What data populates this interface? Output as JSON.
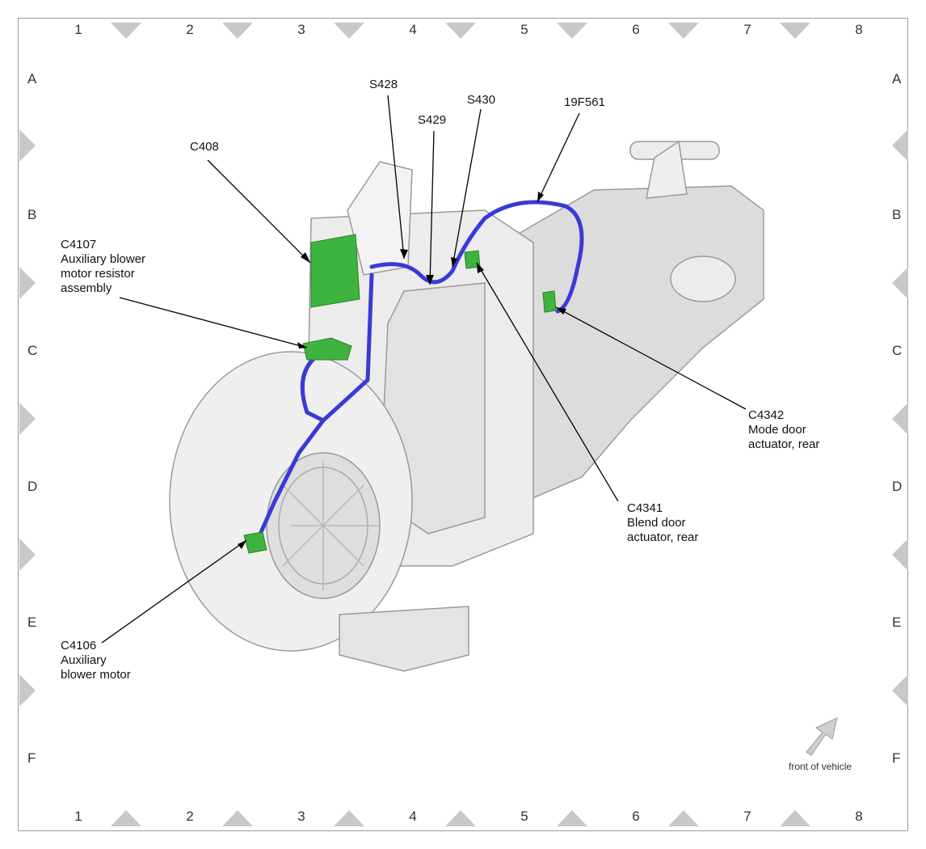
{
  "grid": {
    "columns": [
      "1",
      "2",
      "3",
      "4",
      "5",
      "6",
      "7",
      "8"
    ],
    "rows": [
      "A",
      "B",
      "C",
      "D",
      "E",
      "F"
    ]
  },
  "callouts": {
    "s428": "S428",
    "s429": "S429",
    "s430": "S430",
    "f561": "19F561",
    "c408": "C408",
    "c4107": "C4107\nAuxiliary blower\nmotor resistor\nassembly",
    "c4106": "C4106\nAuxiliary\nblower motor",
    "c4342": "C4342\nMode door\nactuator, rear",
    "c4341": "C4341\nBlend door\nactuator, rear"
  },
  "front_label": "front of vehicle",
  "colors": {
    "harness": "#3a3ad6",
    "connector": "#3fb33f",
    "housing": "#e6e6e6",
    "grid_marker": "#c8c8c8"
  }
}
